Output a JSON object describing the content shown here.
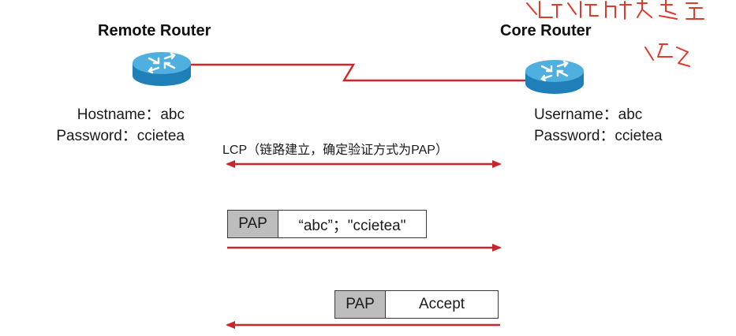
{
  "remote_router": {
    "title": "Remote Router",
    "hostname_line": "Hostname：abc",
    "password_line": "Password：ccietea"
  },
  "core_router": {
    "title": "Core Router",
    "username_line": "Username：abc",
    "password_line": "Password：ccietea"
  },
  "lcp": {
    "label": "LCP（链路建立，确定验证方式为PAP）"
  },
  "packet_request": {
    "protocol": "PAP",
    "payload": "“abc”；\"ccietea\""
  },
  "packet_response": {
    "protocol": "PAP",
    "payload": "Accept"
  },
  "colors": {
    "link": "#d0262a",
    "arrow": "#c8262a",
    "router_top": "#4fb0e0",
    "router_side": "#1f7fb8",
    "annotation": "#e03a2a",
    "proto_fill": "#bdbdbd"
  },
  "icons": {
    "router": "router-icon",
    "serial_link": "serial-link-zigzag"
  }
}
